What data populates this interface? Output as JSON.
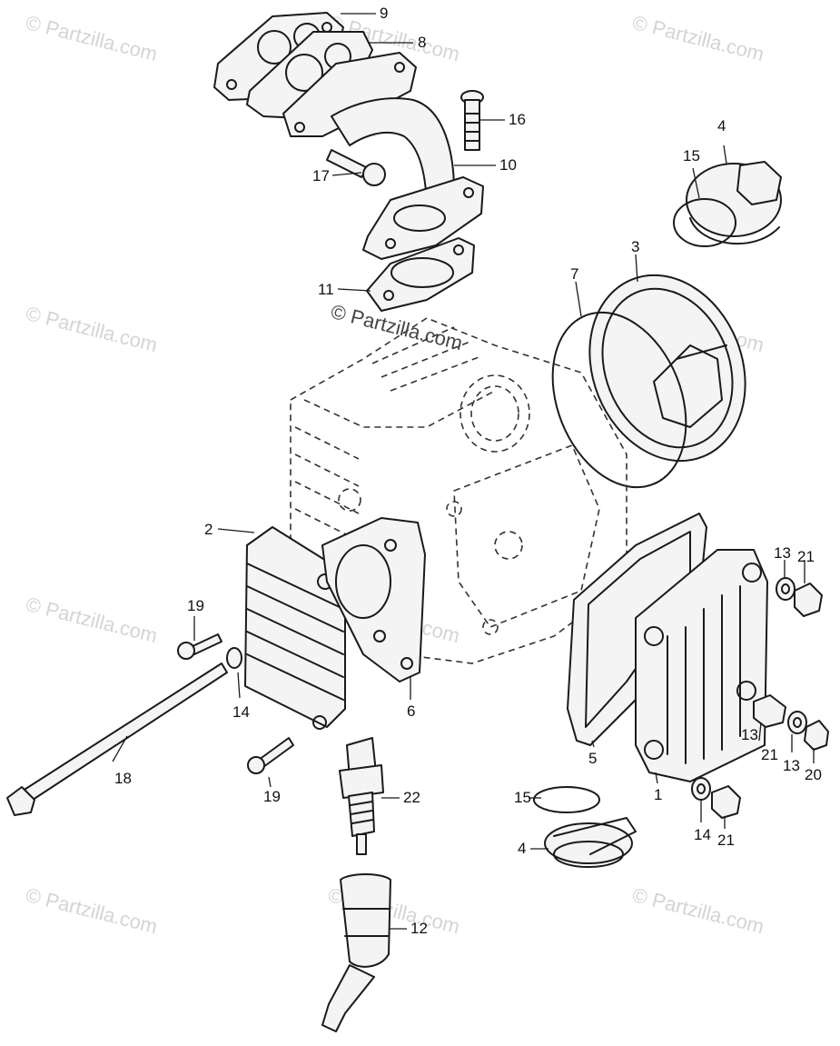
{
  "watermark": {
    "text": "© Partzilla.com"
  },
  "callouts": [
    {
      "id": "c9",
      "label": "9"
    },
    {
      "id": "c8",
      "label": "8"
    },
    {
      "id": "c16",
      "label": "16"
    },
    {
      "id": "c10",
      "label": "10"
    },
    {
      "id": "c17",
      "label": "17"
    },
    {
      "id": "c4a",
      "label": "4"
    },
    {
      "id": "c15a",
      "label": "15"
    },
    {
      "id": "c3",
      "label": "3"
    },
    {
      "id": "c7",
      "label": "7"
    },
    {
      "id": "c11",
      "label": "11"
    },
    {
      "id": "c2",
      "label": "2"
    },
    {
      "id": "c13a",
      "label": "13"
    },
    {
      "id": "c21a",
      "label": "21"
    },
    {
      "id": "c19a",
      "label": "19"
    },
    {
      "id": "c14a",
      "label": "14"
    },
    {
      "id": "c6",
      "label": "6"
    },
    {
      "id": "c5",
      "label": "5"
    },
    {
      "id": "c13b",
      "label": "13"
    },
    {
      "id": "c21b",
      "label": "21"
    },
    {
      "id": "c13c",
      "label": "13"
    },
    {
      "id": "c20",
      "label": "20"
    },
    {
      "id": "c18",
      "label": "18"
    },
    {
      "id": "c19b",
      "label": "19"
    },
    {
      "id": "c22",
      "label": "22"
    },
    {
      "id": "c15b",
      "label": "15"
    },
    {
      "id": "c1",
      "label": "1"
    },
    {
      "id": "c14b",
      "label": "14"
    },
    {
      "id": "c21c",
      "label": "21"
    },
    {
      "id": "c4b",
      "label": "4"
    },
    {
      "id": "c12",
      "label": "12"
    }
  ]
}
